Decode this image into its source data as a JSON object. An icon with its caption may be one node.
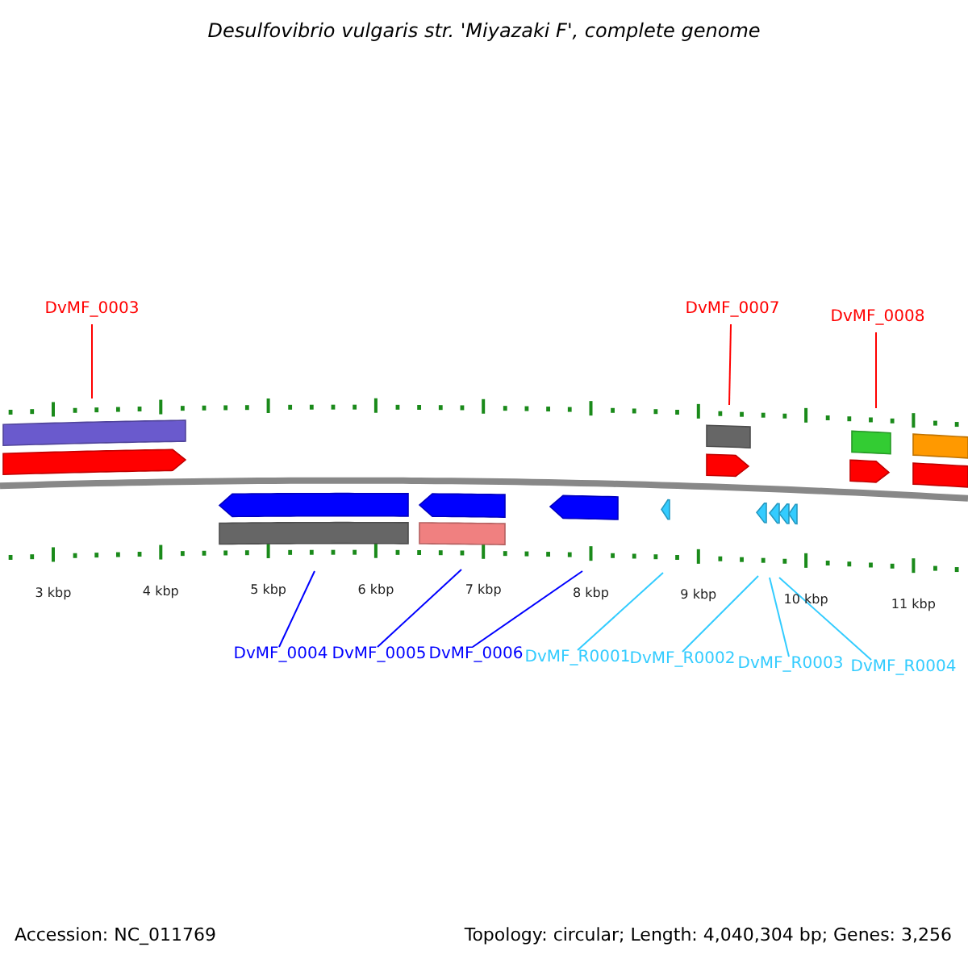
{
  "diagram": {
    "title": "Desulfovibrio vulgaris str. 'Miyazaki F', complete genome",
    "nodes": [
      {
        "text": [
          "DvMF_0003"
        ]
      },
      {
        "text": [
          "DvMF_0007"
        ]
      },
      {
        "text": [
          "DvMF_0008"
        ]
      },
      {
        "text": [
          "DvMF_0004"
        ]
      },
      {
        "text": [
          "DvMF_0005"
        ]
      },
      {
        "text": [
          "DvMF_0006"
        ]
      },
      {
        "text": [
          "DvMF_R0001"
        ]
      },
      {
        "text": [
          "DvMF_R0002"
        ]
      },
      {
        "text": [
          "DvMF_R0003"
        ]
      },
      {
        "text": [
          "DvMF_R0004"
        ]
      }
    ],
    "edges": [
      {
        "from": 0,
        "to": null,
        "arrow": "none",
        "color": "#ff0000"
      },
      {
        "from": 1,
        "to": null,
        "arrow": "none",
        "color": "#ff0000"
      },
      {
        "from": 2,
        "to": null,
        "arrow": "none",
        "color": "#ff0000"
      },
      {
        "from": 3,
        "to": null,
        "arrow": "none",
        "color": "#0000ff"
      },
      {
        "from": 4,
        "to": null,
        "arrow": "none",
        "color": "#0000ff"
      },
      {
        "from": 5,
        "to": null,
        "arrow": "none",
        "color": "#0000ff"
      },
      {
        "from": 6,
        "to": null,
        "arrow": "none",
        "color": "#33ccff"
      },
      {
        "from": 7,
        "to": null,
        "arrow": "none",
        "color": "#33ccff"
      },
      {
        "from": 8,
        "to": null,
        "arrow": "none",
        "color": "#33ccff"
      },
      {
        "from": 9,
        "to": null,
        "arrow": "none",
        "color": "#33ccff"
      }
    ],
    "labels": [
      "3 kbp",
      "4 kbp",
      "5 kbp",
      "6 kbp",
      "7 kbp",
      "8 kbp",
      "9 kbp",
      "10 kbp",
      "11 kbp",
      "Accession: NC_011769",
      "Topology: circular; Length: 4,040,304 bp; Genes: 3,256"
    ]
  }
}
